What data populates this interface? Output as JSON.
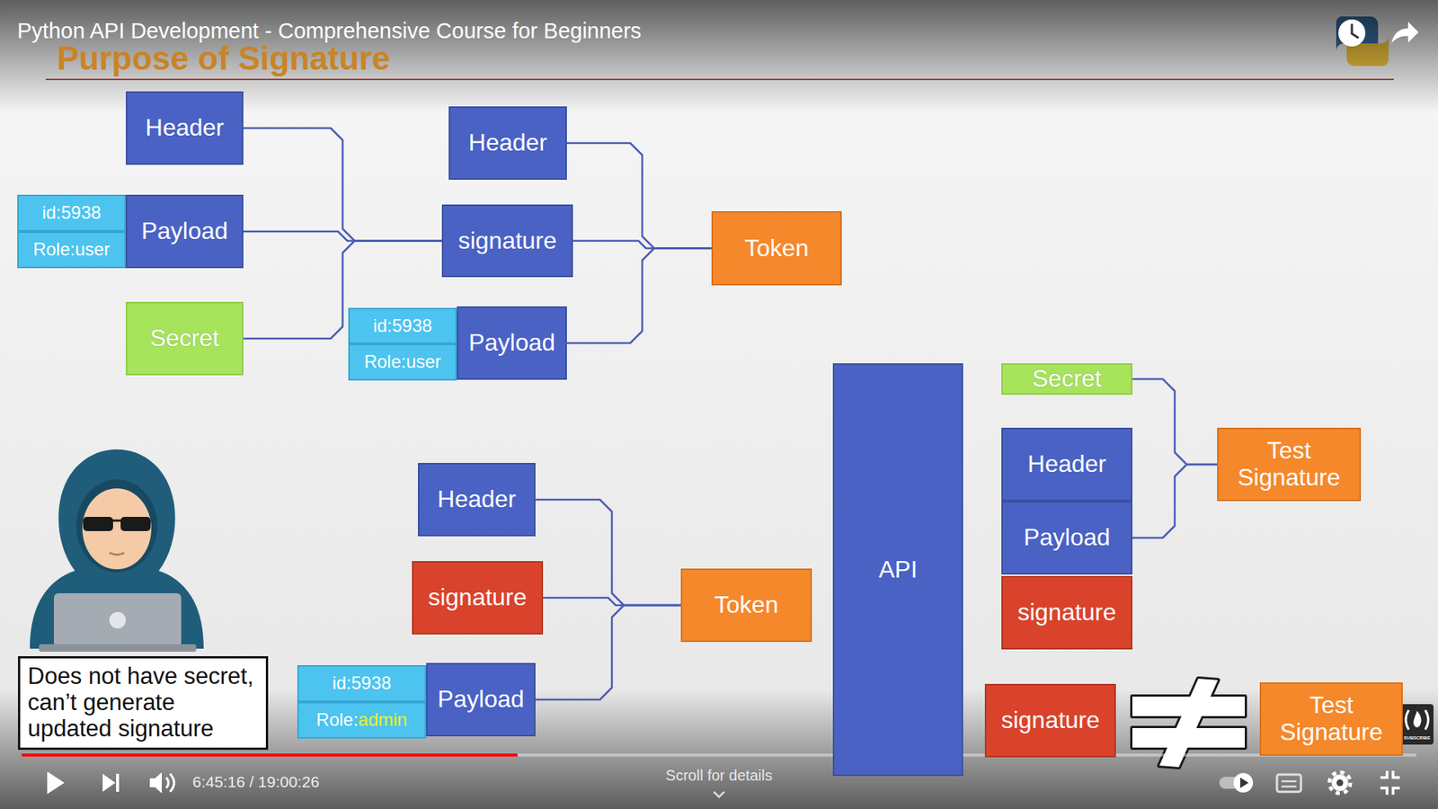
{
  "diagram": {
    "title": "Purpose of Signature",
    "nodes": [
      {
        "text": [
          "Header"
        ]
      },
      {
        "text": [
          "id:5938"
        ]
      },
      {
        "text": [
          "Role:user"
        ]
      },
      {
        "text": [
          "Payload"
        ]
      },
      {
        "text": [
          "Secret"
        ]
      },
      {
        "text": [
          "Header"
        ]
      },
      {
        "text": [
          "signature"
        ]
      },
      {
        "text": [
          "id:5938"
        ]
      },
      {
        "text": [
          "Role:user"
        ]
      },
      {
        "text": [
          "Payload"
        ]
      },
      {
        "text": [
          "Token"
        ]
      },
      {
        "text": [
          "Header"
        ]
      },
      {
        "text": [
          "signature"
        ]
      },
      {
        "text": [
          "id:5938"
        ]
      },
      {
        "text": [
          "Role:",
          "admin"
        ]
      },
      {
        "text": [
          "Payload"
        ]
      },
      {
        "text": [
          "Token"
        ]
      },
      {
        "text": [
          "API"
        ]
      },
      {
        "text": [
          "Secret"
        ]
      },
      {
        "text": [
          "Header"
        ]
      },
      {
        "text": [
          "Payload"
        ]
      },
      {
        "text": [
          "signature"
        ]
      },
      {
        "text": [
          "Test Signature"
        ]
      },
      {
        "text": [
          "signature"
        ]
      },
      {
        "text": [
          "Test Signature"
        ]
      },
      {
        "text": [
          "Does not have secret, can’t generate updated signature"
        ]
      }
    ],
    "edges": [
      {
        "from": 0,
        "to": 6,
        "arrow": "none"
      },
      {
        "from": 3,
        "to": 6,
        "arrow": "none"
      },
      {
        "from": 4,
        "to": 6,
        "arrow": "none"
      },
      {
        "from": 5,
        "to": 10,
        "arrow": "none"
      },
      {
        "from": 6,
        "to": 10,
        "arrow": "none"
      },
      {
        "from": 9,
        "to": 10,
        "arrow": "none"
      },
      {
        "from": 11,
        "to": 16,
        "arrow": "none"
      },
      {
        "from": 12,
        "to": 16,
        "arrow": "none"
      },
      {
        "from": 15,
        "to": 16,
        "arrow": "none"
      },
      {
        "from": 18,
        "to": 22,
        "arrow": "none"
      },
      {
        "from": 20,
        "to": 22,
        "arrow": "none"
      }
    ],
    "labels": [
      "Python API Development - Comprehensive Course for Beginners",
      "6:45:16 / 19:00:26",
      "Scroll for details",
      "SUBSCRIBE"
    ]
  }
}
